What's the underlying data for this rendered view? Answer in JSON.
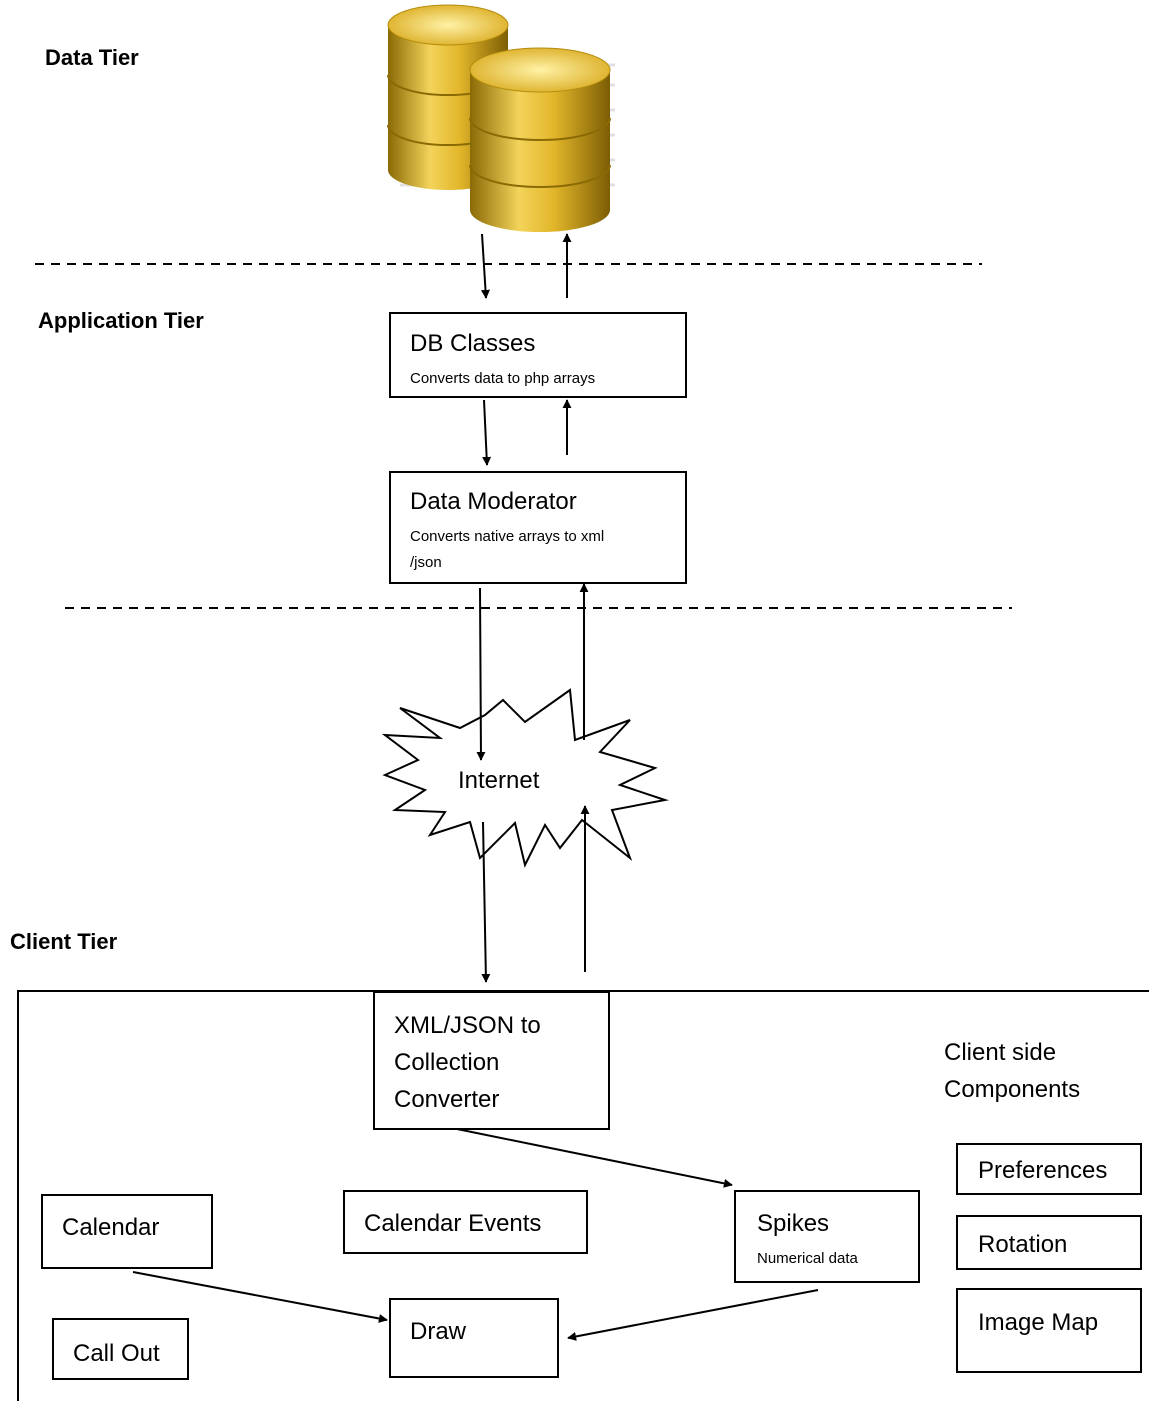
{
  "tiers": {
    "data": "Data Tier",
    "application": "Application Tier",
    "client": "Client Tier"
  },
  "nodes": {
    "db_classes": {
      "title": "DB Classes",
      "subtitle": "Converts data to php arrays"
    },
    "data_moderator": {
      "title": "Data Moderator",
      "subtitle_line1": "Converts native arrays to xml",
      "subtitle_line2": "/json"
    },
    "internet": "Internet",
    "converter": {
      "line1": "XML/JSON to",
      "line2": "Collection",
      "line3": "Converter"
    },
    "client_side": {
      "line1": "Client side",
      "line2": "Components"
    },
    "preferences": "Preferences",
    "rotation": "Rotation",
    "image_map": "Image Map",
    "calendar": "Calendar",
    "calendar_events": "Calendar Events",
    "spikes": {
      "title": "Spikes",
      "subtitle": "Numerical data"
    },
    "draw": "Draw",
    "call_out": "Call Out"
  },
  "colors": {
    "line": "#000000",
    "db_gold": "#d4a516",
    "db_light": "#f6df6a",
    "db_dark": "#9c7a07"
  },
  "icons": [
    "database-icon"
  ]
}
